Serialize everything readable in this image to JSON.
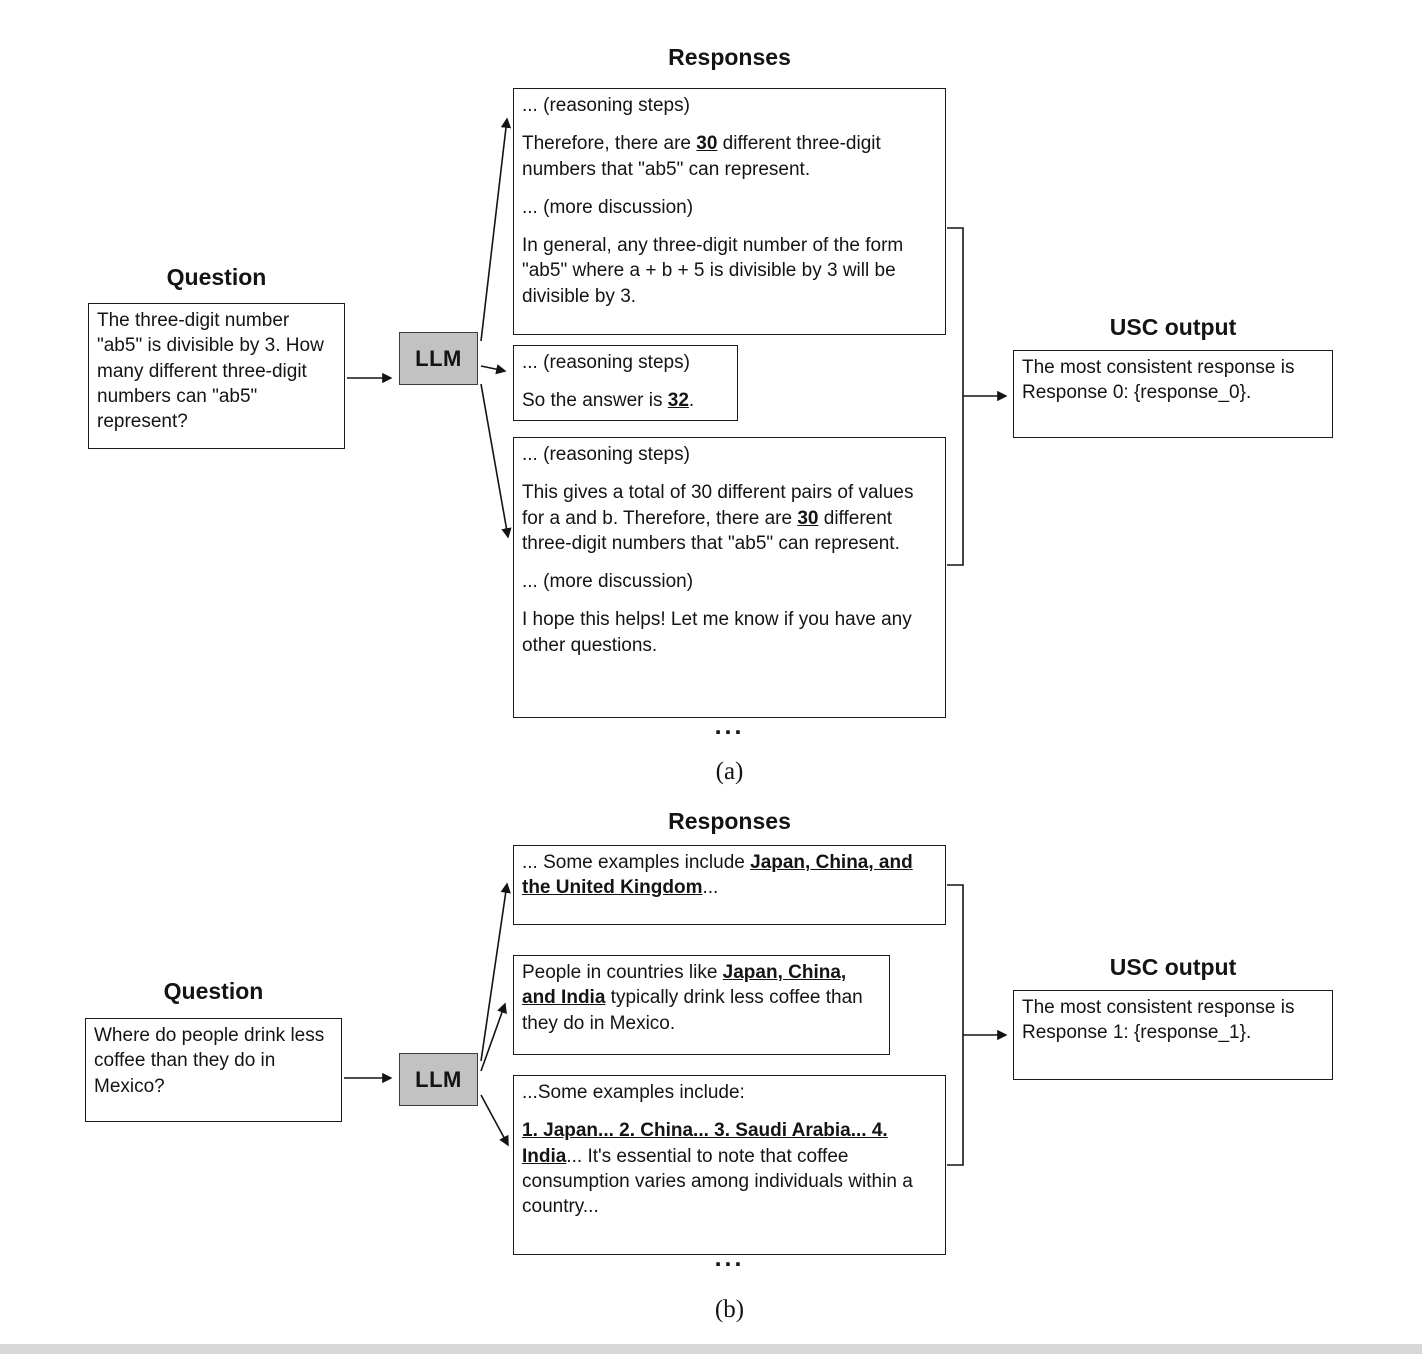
{
  "panel_a": {
    "responses_title": "Responses",
    "question_title": "Question",
    "question_text": "The three-digit number \"ab5\" is divisible by 3. How many different three-digit numbers can \"ab5\" represent?",
    "llm_label": "LLM",
    "usc_title": "USC output",
    "usc_text": "The most consistent response is Response 0: {response_0}.",
    "ellipsis": "...",
    "figure_label": "(a)",
    "responses": [
      {
        "paragraphs": [
          [
            {
              "t": "... (reasoning steps)"
            }
          ],
          [
            {
              "t": "Therefore, there are "
            },
            {
              "t": "30",
              "b": true,
              "u": true
            },
            {
              "t": " different three-digit numbers that \"ab5\" can represent."
            }
          ],
          [
            {
              "t": "... (more discussion)"
            }
          ],
          [
            {
              "t": "In general, any three-digit number of the form \"ab5\" where a + b + 5 is divisible by 3 will be divisible by 3."
            }
          ]
        ]
      },
      {
        "paragraphs": [
          [
            {
              "t": "... (reasoning steps)"
            }
          ],
          [
            {
              "t": "So the answer is "
            },
            {
              "t": "32",
              "b": true,
              "u": true
            },
            {
              "t": "."
            }
          ]
        ]
      },
      {
        "paragraphs": [
          [
            {
              "t": "... (reasoning steps)"
            }
          ],
          [
            {
              "t": "This gives a total of 30 different pairs of values for a and b. Therefore, there are "
            },
            {
              "t": "30",
              "b": true,
              "u": true
            },
            {
              "t": " different three-digit numbers that \"ab5\" can represent."
            }
          ],
          [
            {
              "t": "... (more discussion)"
            }
          ],
          [
            {
              "t": "I hope this helps! Let me know if you have any other questions."
            }
          ]
        ]
      }
    ]
  },
  "panel_b": {
    "responses_title": "Responses",
    "question_title": "Question",
    "question_text": "Where do people drink less coffee than they do in Mexico?",
    "llm_label": "LLM",
    "usc_title": "USC output",
    "usc_text": "The most consistent response is Response 1: {response_1}.",
    "ellipsis": "...",
    "figure_label": "(b)",
    "responses": [
      {
        "paragraphs": [
          [
            {
              "t": "... Some examples include "
            },
            {
              "t": "Japan, China, and the United Kingdom",
              "b": true,
              "u": true
            },
            {
              "t": "..."
            }
          ]
        ]
      },
      {
        "paragraphs": [
          [
            {
              "t": "People in countries like "
            },
            {
              "t": "Japan, China, and India",
              "b": true,
              "u": true
            },
            {
              "t": " typically drink less coffee than they do in Mexico."
            }
          ]
        ]
      },
      {
        "paragraphs": [
          [
            {
              "t": "...Some examples include:"
            }
          ],
          [
            {
              "t": "1. Japan... 2. China... 3. Saudi Arabia... 4. India",
              "b": true,
              "u": true
            },
            {
              "t": "... It's essential to note that coffee consumption varies among individuals within a country..."
            }
          ]
        ]
      }
    ]
  }
}
